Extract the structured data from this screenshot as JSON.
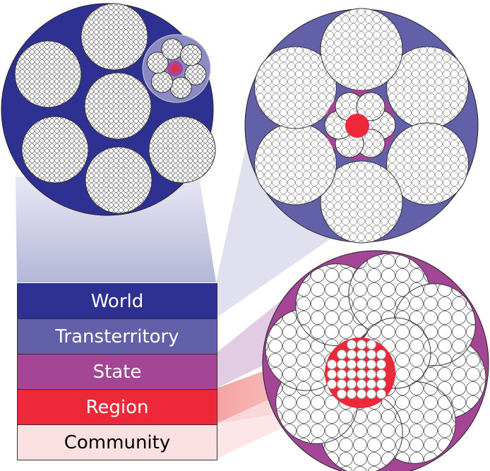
{
  "legend": [
    {
      "label": "World",
      "color": "#2e3192",
      "text": "#ffffff"
    },
    {
      "label": "Transterritory",
      "color": "#6160a9",
      "text": "#ffffff"
    },
    {
      "label": "State",
      "color": "#a44596",
      "text": "#ffffff"
    },
    {
      "label": "Region",
      "color": "#ed2839",
      "text": "#ffffff"
    },
    {
      "label": "Community",
      "color": "#fbe0e2",
      "text": "#000000"
    }
  ]
}
